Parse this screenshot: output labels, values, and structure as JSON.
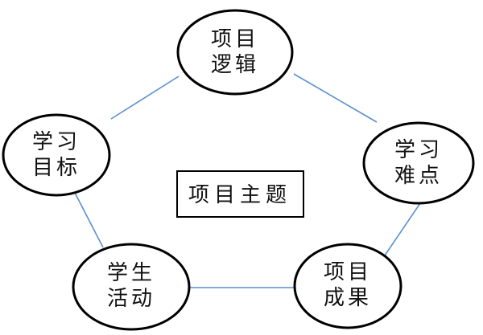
{
  "center": {
    "label": "项目主题"
  },
  "nodes": [
    {
      "id": "project-logic",
      "lines": [
        "项目",
        "逻辑"
      ]
    },
    {
      "id": "learning-difficulty",
      "lines": [
        "学习",
        "难点"
      ]
    },
    {
      "id": "project-outcome",
      "lines": [
        "项目",
        "成果"
      ]
    },
    {
      "id": "student-activity",
      "lines": [
        "学生",
        "活动"
      ]
    },
    {
      "id": "learning-goal",
      "lines": [
        "学习",
        "目标"
      ]
    }
  ],
  "edges": [
    [
      "project-logic",
      "learning-difficulty"
    ],
    [
      "learning-difficulty",
      "project-outcome"
    ],
    [
      "project-outcome",
      "student-activity"
    ],
    [
      "student-activity",
      "learning-goal"
    ],
    [
      "learning-goal",
      "project-logic"
    ]
  ],
  "colors": {
    "edge": "#5b8fd0",
    "node_stroke": "#000000",
    "text": "#111111"
  }
}
